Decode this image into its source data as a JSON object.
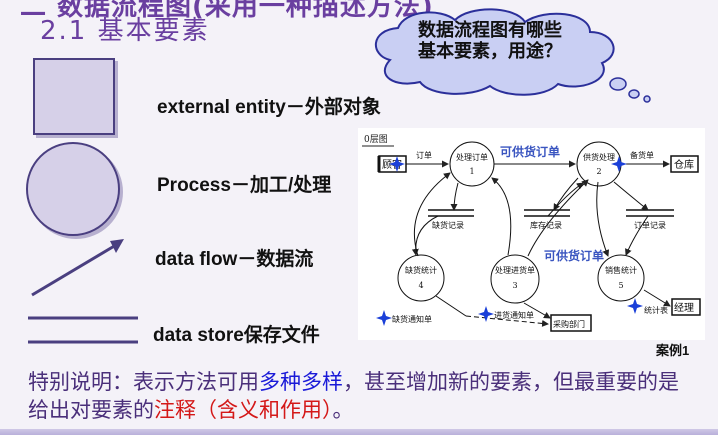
{
  "slide": {
    "top_title": "二 数据流程图(采用一种描述方法)",
    "section_title": "2.1  基本要素",
    "callout": {
      "line1": "数据流程图有哪些",
      "line2": "基本要素，用途？"
    },
    "elements": [
      {
        "label": "external entity－外部对象",
        "icon": "square-icon"
      },
      {
        "label": "Process－加工/处理",
        "icon": "circle-icon"
      },
      {
        "label": "data flow－数据流",
        "icon": "arrow-icon"
      },
      {
        "label": "data store保存文件",
        "icon": "double-line-icon"
      }
    ],
    "diagram": {
      "level": "0层图",
      "caption": "案例1",
      "entities": {
        "customer": "顾客",
        "warehouse": "仓库",
        "manager": "经理",
        "purchasing": "采购部门"
      },
      "processes": [
        {
          "name": "处理订单",
          "num": "1"
        },
        {
          "name": "供货处理",
          "num": "2"
        },
        {
          "name": "处理进货单",
          "num": "3"
        },
        {
          "name": "缺货统计",
          "num": "4"
        },
        {
          "name": "销售统计",
          "num": "5"
        }
      ],
      "stores": {
        "shortage": "缺货记录",
        "stock": "库存记录",
        "order": "订单记录"
      },
      "flows": {
        "order": "订单",
        "available_order": "可供货订单",
        "available_order_2": "可供货订单",
        "delivery": "备货单",
        "shortage_notice": "缺货通知单",
        "restock_notice": "进货通知单",
        "stats": "统计表"
      }
    },
    "footnote": {
      "part1": "特别说明：表示方法可用",
      "highlight1": "多种多样",
      "part2": "，甚至增加新的要素，但最重要的是给出对要素的",
      "highlight2": "注释（含义和作用）",
      "part3": "。"
    },
    "colors": {
      "title": "#6a3fa0",
      "shape_fill": "#d6d0e8",
      "shape_stroke": "#4a3f80",
      "cloud_fill": "#c9cff3",
      "cloud_stroke": "#2b2f9a",
      "highlight_blue": "#1a1ad8",
      "highlight_red": "#d41818",
      "diagram_blue_text": "#3a55c0"
    }
  }
}
